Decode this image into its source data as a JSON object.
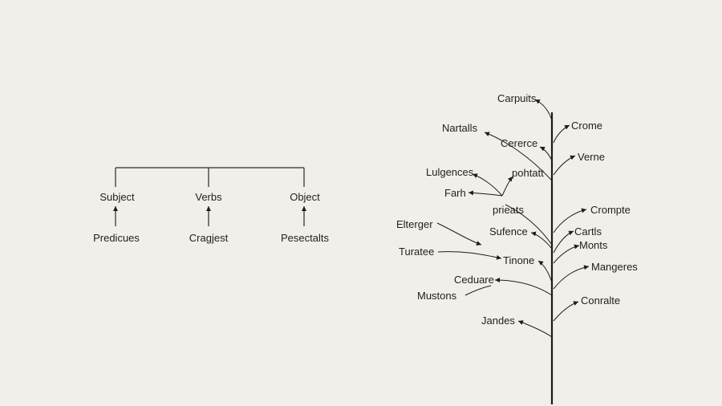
{
  "left_diagram": {
    "top_labels": [
      "Subject",
      "Verbs",
      "Object"
    ],
    "bottom_labels": [
      "Predicues",
      "Cragjest",
      "Pesectalts"
    ]
  },
  "tree_diagram": {
    "labels": [
      "Carpuits",
      "Nartalls",
      "Crome",
      "Cererce",
      "Verne",
      "Lulgences",
      "pohtatt",
      "Farh",
      "prieats",
      "Crompte",
      "Elterger",
      "Sufence",
      "Cartls",
      "Monts",
      "Turatee",
      "Tinone",
      "Mangeres",
      "Ceduare",
      "Mustons",
      "Conralte",
      "Jandes"
    ]
  },
  "colors": {
    "background": "#f1efea",
    "ink": "#1c1c1c"
  }
}
